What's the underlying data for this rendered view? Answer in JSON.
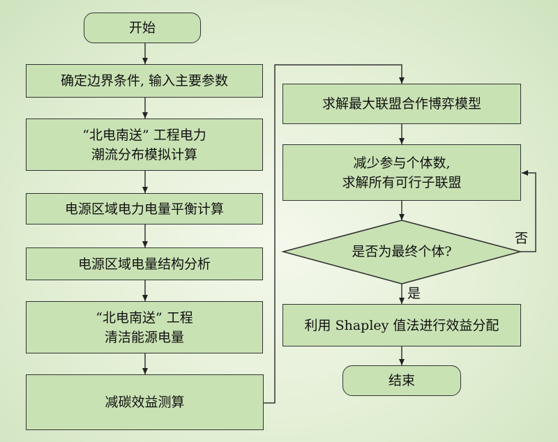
{
  "nodes": {
    "start": "开始",
    "n1": "确定边界条件, 输入主要参数",
    "n2": "“北电南送” 工程电力\n潮流分布模拟计算",
    "n3": "电源区域电力电量平衡计算",
    "n4": "电源区域电量结构分析",
    "n5": "“北电南送” 工程\n清洁能源电量",
    "n6": "减碳效益测算",
    "r1": "求解最大联盟合作博弈模型",
    "r2": "减少参与个体数,\n求解所有可行子联盟",
    "decision": "是否为最终个体?",
    "r4": "利用 Shapley 值法进行效益分配",
    "end": "结束"
  },
  "labels": {
    "no": "否",
    "yes": "是"
  },
  "colors": {
    "box_fill": "#c9e2b4",
    "stroke": "#333333"
  }
}
